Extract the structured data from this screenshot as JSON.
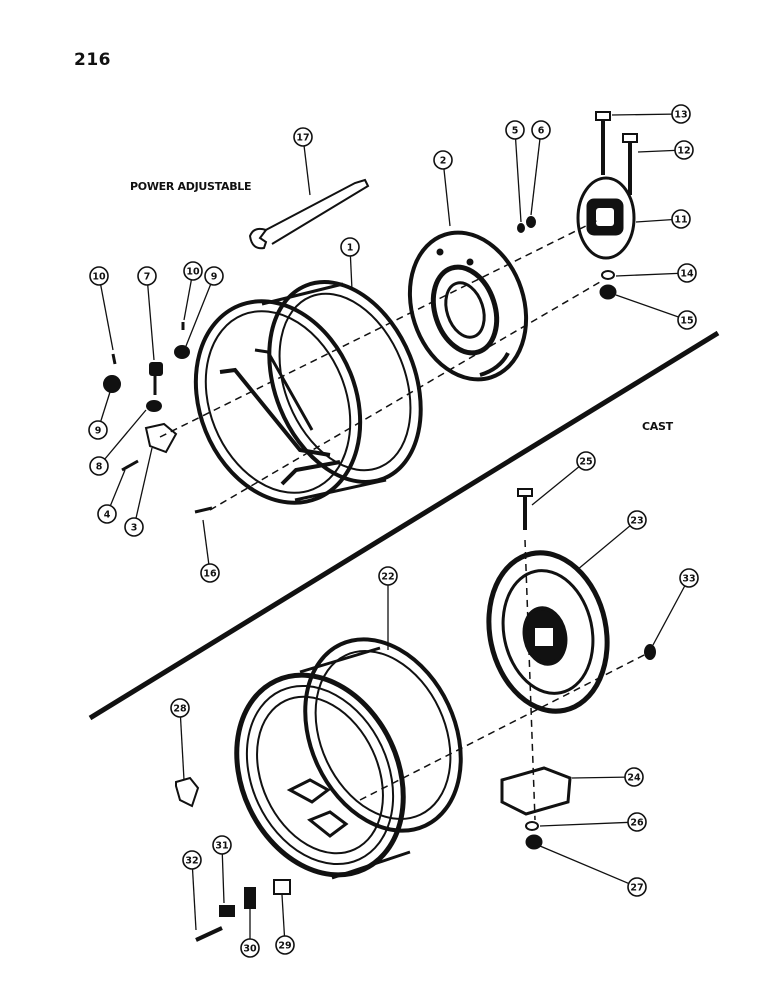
{
  "page": {
    "number": "216"
  },
  "sections": {
    "power_adjustable": "POWER ADJUSTABLE",
    "cast": "CAST"
  },
  "callouts": [
    "1",
    "2",
    "3",
    "4",
    "5",
    "6",
    "7",
    "8",
    "9",
    "9",
    "10",
    "10",
    "11",
    "12",
    "13",
    "14",
    "15",
    "16",
    "17",
    "22",
    "23",
    "24",
    "25",
    "26",
    "27",
    "28",
    "29",
    "30",
    "31",
    "32",
    "33"
  ],
  "colors": {
    "ink": "#111111",
    "paper": "#ffffff"
  }
}
